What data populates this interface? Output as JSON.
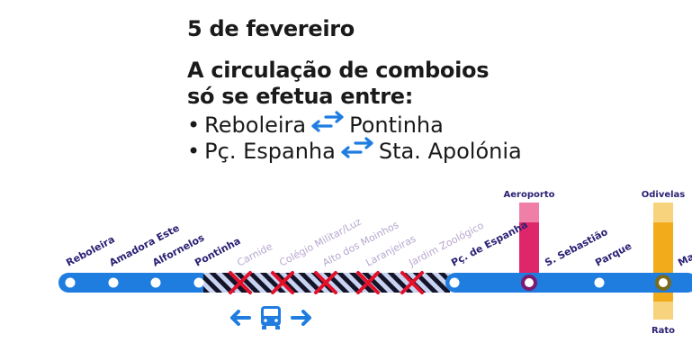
{
  "header": {
    "date": "5 de fevereiro",
    "notice_line1": "A circulação de comboios",
    "notice_line2": "só se efetua entre:"
  },
  "routes": [
    {
      "bullet": "•",
      "from": "Reboleira",
      "to": "Pontinha"
    },
    {
      "bullet": "•",
      "from": "Pç. Espanha",
      "to": "Sta. Apolónia"
    }
  ],
  "stations": {
    "active_left": [
      "Reboleira",
      "Amadora Este",
      "Alfornelos",
      "Pontinha"
    ],
    "closed": [
      "Carnide",
      "Colégio Militar/Luz",
      "Alto dos Moinhos",
      "Laranjeiras",
      "Jardim Zoológico"
    ],
    "active_right": [
      "Pç. de Espanha",
      "S. Sebastião",
      "Parque",
      "Ma"
    ]
  },
  "connections": {
    "red_line_terminal": "Aeroporto",
    "yellow_line_north": "Odivelas",
    "yellow_line_south": "Rato"
  },
  "colors": {
    "blue_line": "#1f7de0",
    "red_line": "#e0266a",
    "yellow_line": "#f2ab1b",
    "closed_cross": "#e3102a",
    "closed_label": "#b8a6cf",
    "station_label": "#2a2174",
    "transfer_ring": "#7a1b72",
    "bus_icon": "#1f7de0"
  },
  "icons": {
    "swap": "double-arrow-icon",
    "bus": "bus-icon",
    "closed": "cross-icon"
  }
}
